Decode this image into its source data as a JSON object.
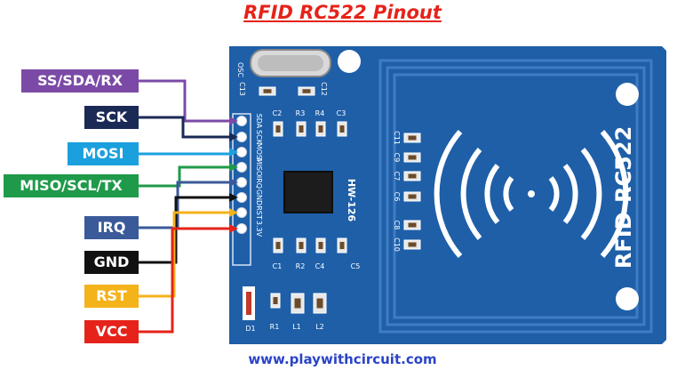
{
  "title": "RFID RC522 Pinout",
  "footer": "www.playwithcircuit.com",
  "pins": [
    {
      "label": "SS/SDA/RX",
      "color": "#7b4aa6",
      "silk": "SDA"
    },
    {
      "label": "SCK",
      "color": "#1a2a55",
      "silk": "SCK"
    },
    {
      "label": "MOSI",
      "color": "#1ba0de",
      "silk": "MOSI"
    },
    {
      "label": "MISO/SCL/TX",
      "color": "#1f9a4a",
      "silk": "MISO"
    },
    {
      "label": "IRQ",
      "color": "#3a5a9a",
      "silk": "IRQ"
    },
    {
      "label": "GND",
      "color": "#111111",
      "silk": "GND"
    },
    {
      "label": "RST",
      "color": "#f4b21b",
      "silk": "RST"
    },
    {
      "label": "VCC",
      "color": "#e5231a",
      "silk": "3.3V"
    }
  ],
  "board": {
    "name": "RFID-RC522",
    "chip": "HW-126",
    "osc": "OSC",
    "components": {
      "c13": "C13",
      "c12": "C12",
      "c2": "C2",
      "r3": "R3",
      "r4": "R4",
      "c3": "C3",
      "c11": "C11",
      "c9": "C9",
      "c7": "C7",
      "c6": "C6",
      "c8": "C8",
      "c10": "C10",
      "c1": "C1",
      "r2": "R2",
      "c4": "C4",
      "c5": "C5",
      "d1": "D1",
      "r1": "R1",
      "l1": "L1",
      "l2": "L2"
    },
    "pcb_color": "#1e5fa8"
  }
}
